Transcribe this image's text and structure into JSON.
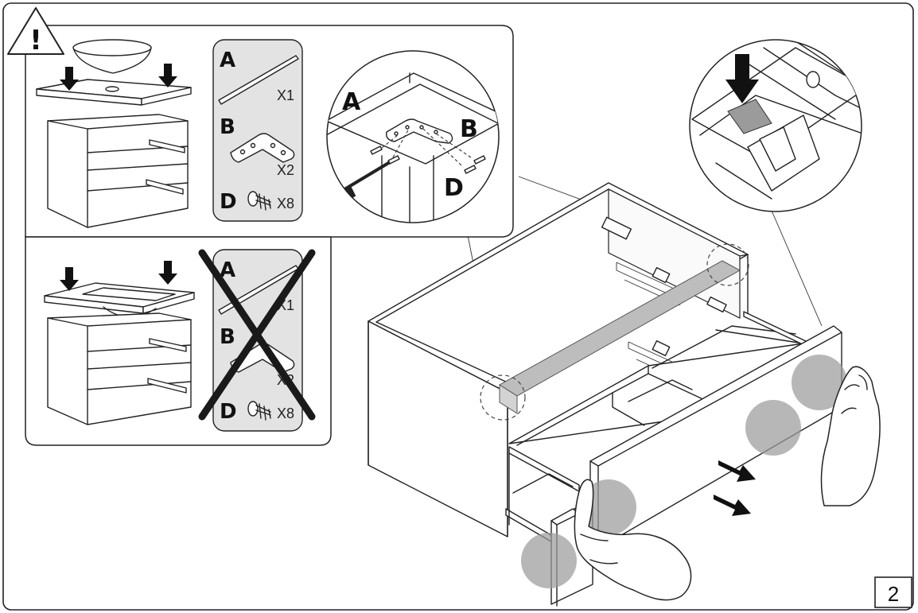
{
  "warning": {
    "symbol": "!"
  },
  "kit_with_bowl_sink": {
    "parts": [
      {
        "letter": "A",
        "quantity": "X1",
        "icon": "rail-bar-icon"
      },
      {
        "letter": "B",
        "quantity": "X2",
        "icon": "corner-bracket-icon"
      },
      {
        "letter": "D",
        "quantity": "X8",
        "icon": "screw-icon"
      }
    ]
  },
  "detail_callout": {
    "label_a": "A",
    "label_b": "B",
    "label_d": "D"
  },
  "kit_with_integrated_sink": {
    "crossed_out": true,
    "parts": [
      {
        "letter": "A",
        "quantity": "X1",
        "icon": "rail-bar-icon"
      },
      {
        "letter": "B",
        "quantity": "X2",
        "icon": "corner-bracket-icon"
      },
      {
        "letter": "D",
        "quantity": "X8",
        "icon": "screw-icon"
      }
    ]
  },
  "step": {
    "number": "2"
  },
  "colors": {
    "line": "#222222",
    "panel": "#e3e3e3",
    "grip": "#9b9b9b",
    "bar": "#bdbdbd"
  }
}
